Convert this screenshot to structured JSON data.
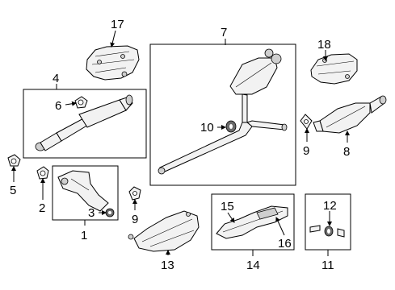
{
  "callouts": {
    "c1": "1",
    "c2": "2",
    "c3": "3",
    "c4": "4",
    "c5": "5",
    "c6": "6",
    "c7": "7",
    "c8": "8",
    "c9a": "9",
    "c9b": "9",
    "c10": "10",
    "c11": "11",
    "c12": "12",
    "c13": "13",
    "c14": "14",
    "c15": "15",
    "c16": "16",
    "c17": "17",
    "c18": "18"
  }
}
